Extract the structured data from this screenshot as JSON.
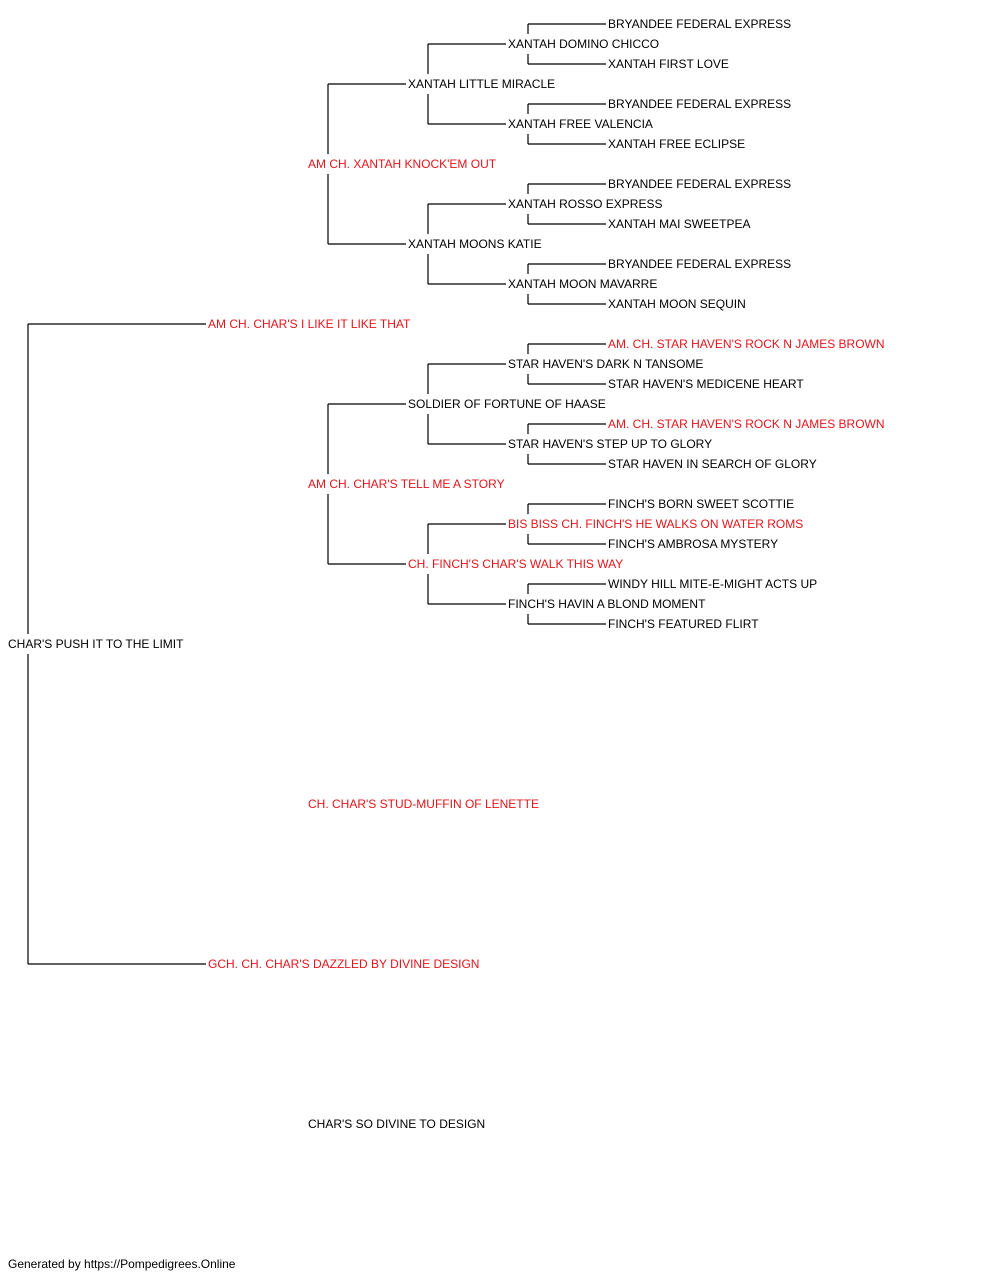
{
  "pedigree": {
    "root": {
      "name": "CHAR'S PUSH IT TO THE LIMIT",
      "titled": false
    },
    "sire": {
      "name": "AM CH. CHAR'S I LIKE IT LIKE THAT",
      "titled": true
    },
    "dam": {
      "name": "GCH. CH. CHAR'S DAZZLED BY DIVINE DESIGN",
      "titled": true
    },
    "ss": {
      "name": "AM CH. XANTAH KNOCK'EM OUT",
      "titled": true
    },
    "sd": {
      "name": "AM CH. CHAR'S TELL ME A STORY",
      "titled": true
    },
    "ds": {
      "name": "CH. CHAR'S STUD-MUFFIN OF LENETTE",
      "titled": true
    },
    "dd": {
      "name": "CHAR'S SO DIVINE TO DESIGN",
      "titled": false
    },
    "sss": {
      "name": "XANTAH LITTLE MIRACLE",
      "titled": false
    },
    "ssd": {
      "name": "XANTAH MOONS KATIE",
      "titled": false
    },
    "sds": {
      "name": "SOLDIER OF FORTUNE OF HAASE",
      "titled": false
    },
    "sdd": {
      "name": "CH. FINCH'S CHAR'S WALK THIS WAY",
      "titled": true
    },
    "ssss": {
      "name": "XANTAH DOMINO CHICCO",
      "titled": false
    },
    "sssd": {
      "name": "XANTAH FREE VALENCIA",
      "titled": false
    },
    "ssds": {
      "name": "XANTAH ROSSO EXPRESS",
      "titled": false
    },
    "ssdd": {
      "name": "XANTAH MOON MAVARRE",
      "titled": false
    },
    "sdss": {
      "name": "STAR HAVEN'S DARK N TANSOME",
      "titled": false
    },
    "sdsd": {
      "name": "STAR HAVEN'S STEP UP TO GLORY",
      "titled": false
    },
    "sdds": {
      "name": "BIS BISS CH. FINCH'S HE WALKS ON WATER ROMS",
      "titled": true
    },
    "sddd": {
      "name": "FINCH'S HAVIN A BLOND MOMENT",
      "titled": false
    },
    "sssss": {
      "name": "BRYANDEE FEDERAL EXPRESS",
      "titled": false
    },
    "ssssd": {
      "name": "XANTAH FIRST LOVE",
      "titled": false
    },
    "sssds": {
      "name": "BRYANDEE FEDERAL EXPRESS",
      "titled": false
    },
    "sssdd": {
      "name": "XANTAH FREE ECLIPSE",
      "titled": false
    },
    "ssdss": {
      "name": "BRYANDEE FEDERAL EXPRESS",
      "titled": false
    },
    "ssdsd": {
      "name": "XANTAH MAI SWEETPEA",
      "titled": false
    },
    "ssdds": {
      "name": "BRYANDEE FEDERAL EXPRESS",
      "titled": false
    },
    "ssddd": {
      "name": "XANTAH MOON SEQUIN",
      "titled": false
    },
    "sdsss": {
      "name": "AM. CH. STAR HAVEN'S ROCK N JAMES BROWN",
      "titled": true
    },
    "sdssd": {
      "name": "STAR HAVEN'S MEDICENE HEART",
      "titled": false
    },
    "sdsds": {
      "name": "AM. CH. STAR HAVEN'S ROCK N JAMES BROWN",
      "titled": true
    },
    "sdsdd": {
      "name": "STAR HAVEN IN SEARCH OF GLORY",
      "titled": false
    },
    "sddss": {
      "name": "FINCH'S BORN SWEET SCOTTIE",
      "titled": false
    },
    "sddsd": {
      "name": "FINCH'S AMBROSA MYSTERY",
      "titled": false
    },
    "sddds": {
      "name": "WINDY HILL MITE-E-MIGHT ACTS UP",
      "titled": false
    },
    "sdddd": {
      "name": "FINCH'S FEATURED FLIRT",
      "titled": false
    }
  },
  "colors": {
    "titled": "#e4141b",
    "normal": "#000000",
    "line": "#000000"
  },
  "footer": {
    "text": "Generated by https://Pompedigrees.Online"
  }
}
